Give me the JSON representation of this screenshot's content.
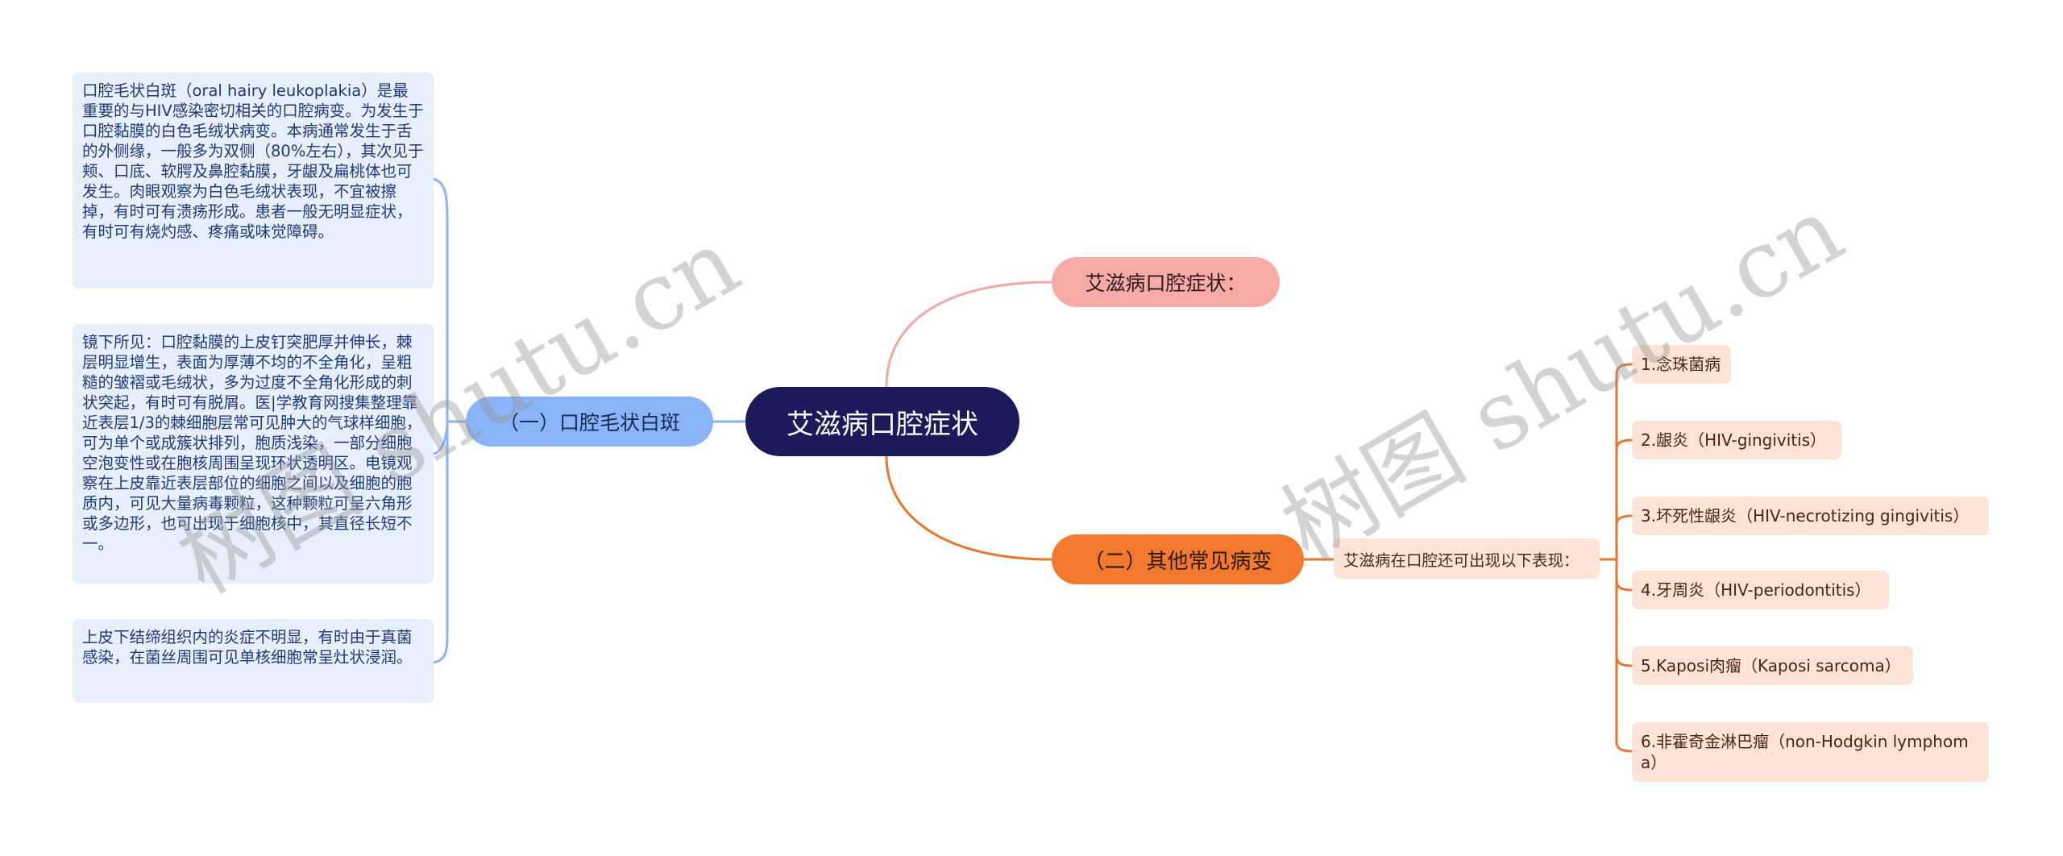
{
  "mindmap": {
    "root": {
      "label": "艾滋病口腔症状",
      "color": "#1b1a5a"
    },
    "left_branch": {
      "label": "（一）口腔毛状白斑",
      "color": "#8ab4f8",
      "details": [
        {
          "text": "口腔毛状白斑（oral hairy leukoplakia）是最重要的与HIV感染密切相关的口腔病变。为发生于口腔黏膜的白色毛绒状病变。本病通常发生于舌的外侧缘，一般多为双侧（80%左右），其次见于颊、口底、软腭及鼻腔黏膜，牙龈及扁桃体也可发生。肉眼观察为白色毛绒状表现，不宜被擦掉，有时可有溃疡形成。患者一般无明显症状，有时可有烧灼感、疼痛或味觉障碍。"
        },
        {
          "text": "镜下所见：口腔黏膜的上皮钉突肥厚并伸长，棘层明显增生，表面为厚薄不均的不全角化，呈粗糙的皱褶或毛绒状，多为过度不全角化形成的刺状突起，有时可有脱屑。医|学教育网搜集整理靠近表层1/3的棘细胞层常可见肿大的气球样细胞，可为单个或成簇状排列，胞质浅染，一部分细胞空泡变性或在胞核周围呈现环状透明区。电镜观察在上皮靠近表层部位的细胞之间以及细胞的胞质内，可见大量病毒颗粒，这种颗粒可呈六角形或多边形，也可出现于细胞核中，其直径长短不一。"
        },
        {
          "text": "上皮下结缔组织内的炎症不明显，有时由于真菌感染，在菌丝周围可见单核细胞常呈灶状浸润。"
        }
      ]
    },
    "top_branch": {
      "label": "艾滋病口腔症状：",
      "color": "#f8aaa6"
    },
    "bottom_branch": {
      "label": "（二）其他常见病变",
      "color": "#f2792e",
      "sub": {
        "label": "艾滋病在口腔还可出现以下表现：",
        "items": [
          {
            "label": "1.念珠菌病"
          },
          {
            "label": "2.龈炎（HIV-gingivitis）"
          },
          {
            "label": "3.坏死性龈炎（HIV-necrotizing gingivitis）"
          },
          {
            "label": "4.牙周炎（HIV-periodontitis）"
          },
          {
            "label": "5.Kaposi肉瘤（Kaposi sarcoma）"
          },
          {
            "label": "6.非霍奇金淋巴瘤（non-Hodgkin lymphoma）"
          }
        ]
      }
    }
  },
  "watermark": {
    "text": "树图 shutu.cn"
  },
  "colors": {
    "left_line": "#8ab4f8",
    "top_line": "#f0a8a4",
    "bottom_line": "#e8762f",
    "detail_bg": "#e8effc",
    "leaf_bg": "#fde3d5"
  }
}
